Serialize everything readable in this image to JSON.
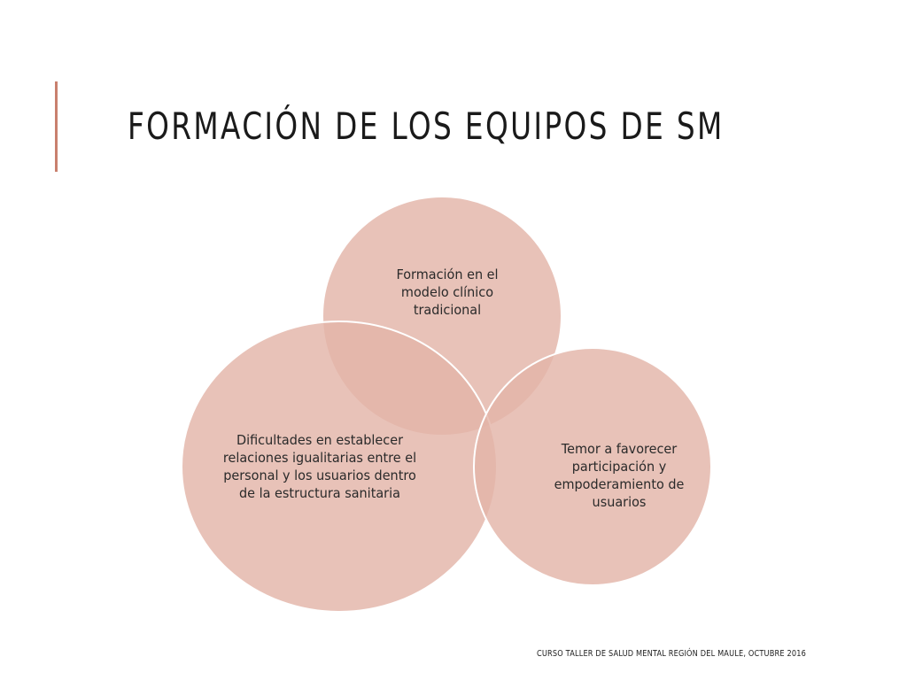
{
  "slide": {
    "title": "FORMACIÓN DE LOS EQUIPOS  DE SM",
    "footer": "CURSO TALLER DE SALUD MENTAL REGIÓN DEL MAULE, OCTUBRE 2016"
  },
  "diagram": {
    "type": "venn",
    "fill_color": "#e3b4a8",
    "stroke_color": "#ffffff",
    "circles": [
      {
        "label": "Formación en el modelo clínico tradicional"
      },
      {
        "label": "Dificultades en establecer relaciones igualitarias entre el personal y los usuarios dentro de la estructura sanitaria"
      },
      {
        "label": "Temor a favorecer participación y empoderamiento de usuarios"
      }
    ]
  },
  "colors": {
    "accent": "#c9806e",
    "title_text": "#1a1a1a"
  }
}
